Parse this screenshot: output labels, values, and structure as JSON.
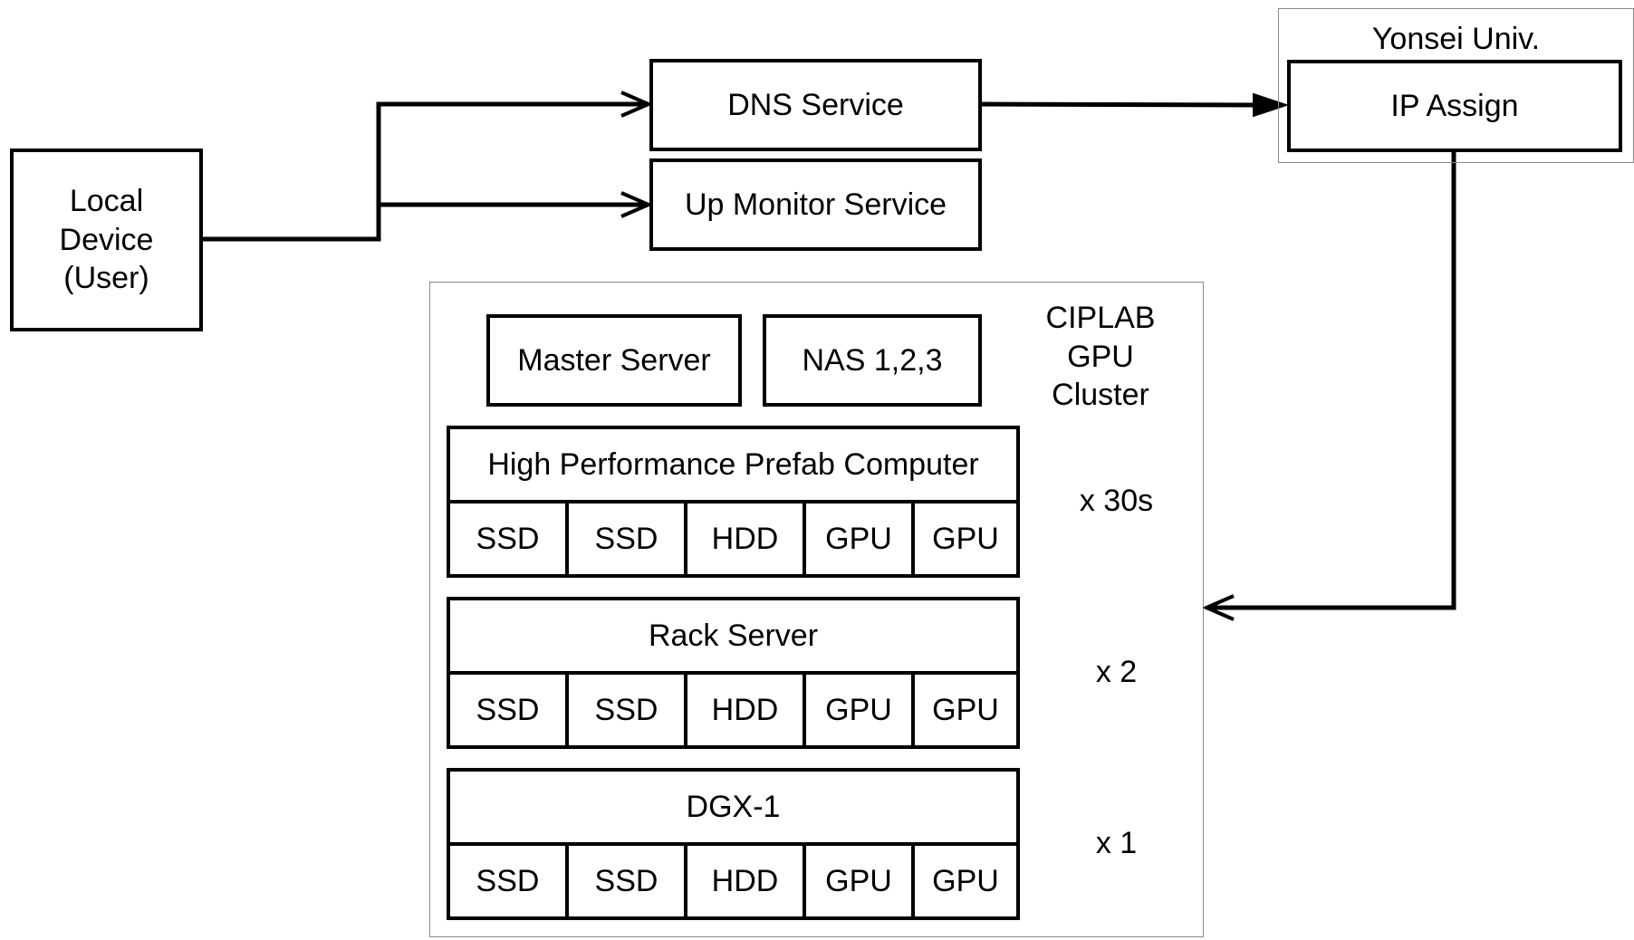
{
  "local_device": {
    "label": "Local\nDevice\n(User)"
  },
  "dns_service": {
    "label": "DNS Service"
  },
  "up_monitor": {
    "label": "Up Monitor Service"
  },
  "yonsei": {
    "title": "Yonsei Univ.",
    "ip_assign": "IP Assign"
  },
  "cluster": {
    "title": "CIPLAB\nGPU\nCluster",
    "master_server": "Master Server",
    "nas": "NAS 1,2,3",
    "machines": [
      {
        "name": "High Performance Prefab Computer",
        "count": "x 30s",
        "parts": [
          "SSD",
          "SSD",
          "HDD",
          "GPU",
          "GPU"
        ]
      },
      {
        "name": "Rack Server",
        "count": "x 2",
        "parts": [
          "SSD",
          "SSD",
          "HDD",
          "GPU",
          "GPU"
        ]
      },
      {
        "name": "DGX-1",
        "count": "x 1",
        "parts": [
          "SSD",
          "SSD",
          "HDD",
          "GPU",
          "GPU"
        ]
      }
    ]
  }
}
